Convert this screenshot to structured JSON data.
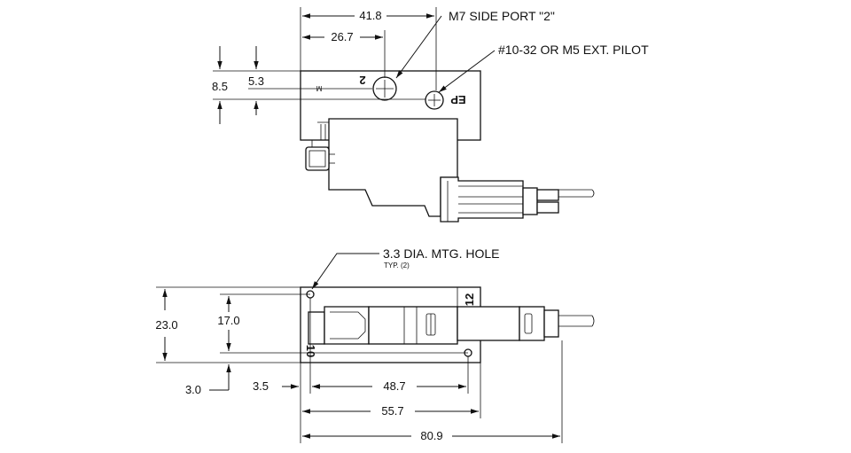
{
  "top_view": {
    "callout_side_port": "M7 SIDE PORT \"2\"",
    "callout_ext_pilot": "#10-32 OR M5 EXT. PILOT",
    "dim_41_8": "41.8",
    "dim_26_7": "26.7",
    "dim_8_5": "8.5",
    "dim_5_3": "5.3",
    "mark_2": "2",
    "mark_m": "M",
    "mark_ep": "EP"
  },
  "bottom_view": {
    "callout_hole": "3.3 DIA. MTG. HOLE",
    "callout_hole_sub": "TYP. (2)",
    "dim_23_0": "23.0",
    "dim_17_0": "17.0",
    "dim_3_0": "3.0",
    "dim_3_5": "3.5",
    "dim_48_7": "48.7",
    "dim_55_7": "55.7",
    "dim_80_9": "80.9",
    "mark_12": "12",
    "mark_10": "10"
  }
}
